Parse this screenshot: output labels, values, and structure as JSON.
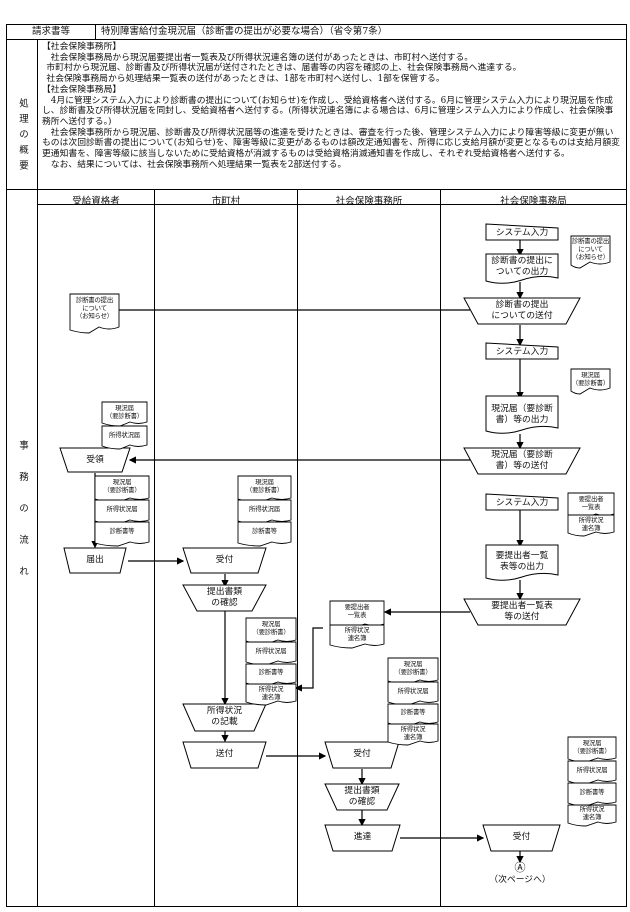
{
  "header": {
    "label": "請求書等",
    "title": "特別障害給付金現況届（診断書の提出が必要な場合）（省令第7条）"
  },
  "summary_label": "処理の概要",
  "summary": [
    {
      "text": "【社会保険事務所】",
      "style": "plain"
    },
    {
      "text": "社会保険事務局から現況届要提出者一覧表及び所得状況連名簿の送付があったときは、市町村へ送付する。",
      "style": "ind"
    },
    {
      "text": "市町村から現況届、診断書及び所得状況届が送付されたときは、届書等の内容を確認の上、社会保険事務局へ進達する。",
      "style": "indb"
    },
    {
      "text": "社会保険事務局から処理結果一覧表の送付があったときは、1部を市町村へ送付し、1部を保管する。",
      "style": "indb"
    },
    {
      "text": "【社会保険事務局】",
      "style": "plain"
    },
    {
      "text": "4月に管理システム入力により診断書の提出について(お知らせ)を作成し、受給資格者へ送付する。6月に管理システム入力により現況届を作成し、診断書及び所得状況届を同封し、受給資格者へ送付する。(所得状況連名簿による場合は、6月に管理システム入力により作成し、社会保険事務所へ送付する。)",
      "style": "ind"
    },
    {
      "text": "社会保険事務所から現況届、診断書及び所得状況届等の進達を受けたときは、審査を行った後、管理システム入力により障害等級に変更が無いものは次回診断書の提出について(お知らせ)を、障害等級に変更があるものは額改定通知書を、所得に応じ支給月額が変更となるものは支給月額変更通知書を、障害等級に該当しないために受給資格が消滅するものは受給資格消滅通知書を作成し、それぞれ受給資格者へ送付する。",
      "style": "ind"
    },
    {
      "text": "なお、結果については、社会保険事務所へ処理結果一覧表を2部送付する。",
      "style": "ind"
    }
  ],
  "flow_label": "事務の流れ",
  "lanes": [
    "受給資格者",
    "市町村",
    "社会保険事務所",
    "社会保険事務局"
  ],
  "shapes": {
    "sys1": "システム入力",
    "out1_a": "診断書の提出に",
    "out1_b": "ついての出力",
    "send1_a": "診断書の提出",
    "send1_b": "についての送付",
    "sys2": "システム入力",
    "out2_a": "現況届（要診断",
    "out2_b": "書）等の出力",
    "send2_a": "現況届（要診断",
    "send2_b": "書）等の送付",
    "recv": "受領",
    "sys3": "システム入力",
    "out3_a": "要提出者一覧",
    "out3_b": "表等の出力",
    "send3_a": "要提出者一覧表",
    "send3_b": "等の送付",
    "todoke": "届出",
    "uketsuke1": "受付",
    "check1_a": "提出書類",
    "check1_b": "の確認",
    "income_a": "所得状況",
    "income_b": "の記載",
    "soufu": "送付",
    "uketsuke2": "受付",
    "check2_a": "提出書類",
    "check2_b": "の確認",
    "shintatsu": "進達",
    "uketsuke3": "受付",
    "connector": "Ⓐ",
    "next_page": "（次ページへ）"
  },
  "docs": {
    "notice_a": "診断書の提出",
    "notice_b": "について",
    "notice_c": "（お知らせ）",
    "genkyo_a": "現況届",
    "genkyo_b": "（要診断書）",
    "shotoku": "所得状況届",
    "shindan": "診断書等",
    "list_a": "要提出者",
    "list_b": "一覧表",
    "renmei_a": "所得状況",
    "renmei_b": "連名簿"
  }
}
